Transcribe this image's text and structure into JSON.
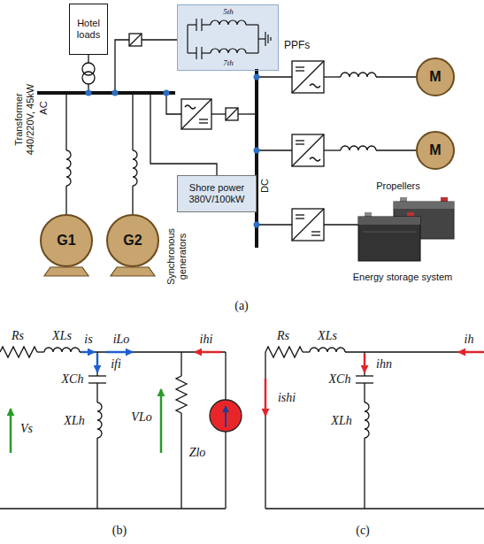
{
  "diagram": {
    "nodes": [
      {
        "text": [
          "Hotel loads"
        ]
      },
      {
        "text": [
          "PPFs"
        ]
      },
      {
        "text": [
          "Shore power 380V/100kW"
        ]
      },
      {
        "text": [
          "G1"
        ]
      },
      {
        "text": [
          "G2"
        ]
      },
      {
        "text": [
          "M"
        ]
      },
      {
        "text": [
          "M"
        ]
      }
    ],
    "labels": [
      "5th",
      "7th",
      "Transformer 440/220V, 45kW",
      "AC",
      "Synchronous generators",
      "DC",
      "Propellers",
      "Energy storage system",
      "(a)",
      "Rs",
      "XLs",
      "is",
      "iLo",
      "ifi",
      "XCh",
      "XLh",
      "Vs",
      "VLo",
      "ihi",
      "Zlo",
      "(b)",
      "Rs",
      "XLs",
      "ih",
      "ihn",
      "XCh",
      "XLh",
      "ishi",
      "(c)"
    ]
  }
}
